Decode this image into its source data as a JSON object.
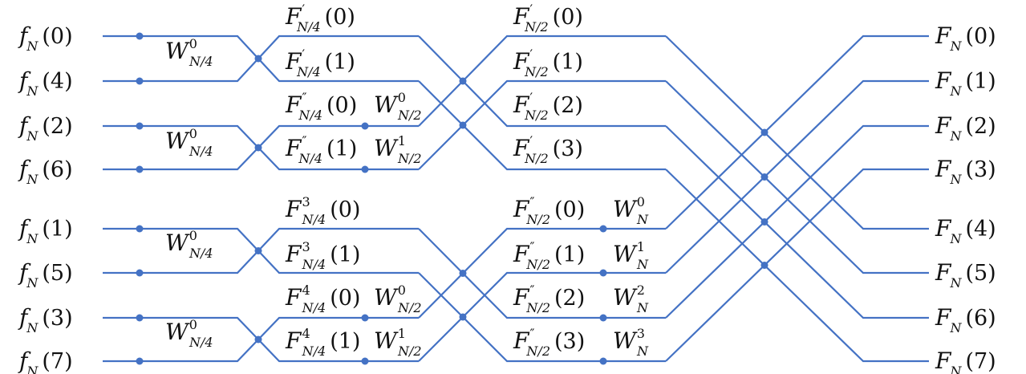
{
  "colors": {
    "line": "#4472C4",
    "text": "#111111",
    "background": "#ffffff"
  },
  "inputs": [
    {
      "sym": "f",
      "sub": "N",
      "arg": "(0)"
    },
    {
      "sym": "f",
      "sub": "N",
      "arg": "(4)"
    },
    {
      "sym": "f",
      "sub": "N",
      "arg": "(2)"
    },
    {
      "sym": "f",
      "sub": "N",
      "arg": "(6)"
    },
    {
      "sym": "f",
      "sub": "N",
      "arg": "(1)"
    },
    {
      "sym": "f",
      "sub": "N",
      "arg": "(5)"
    },
    {
      "sym": "f",
      "sub": "N",
      "arg": "(3)"
    },
    {
      "sym": "f",
      "sub": "N",
      "arg": "(7)"
    }
  ],
  "stage1_twiddles": [
    {
      "sym": "W",
      "sup": "0",
      "sub": "N/4"
    },
    {
      "sym": "W",
      "sup": "0",
      "sub": "N/4"
    },
    {
      "sym": "W",
      "sup": "0",
      "sub": "N/4"
    },
    {
      "sym": "W",
      "sup": "0",
      "sub": "N/4"
    }
  ],
  "stage1_outputs": [
    {
      "sym": "F",
      "sup": "′",
      "sub": "N/4",
      "arg": "(0)"
    },
    {
      "sym": "F",
      "sup": "′",
      "sub": "N/4",
      "arg": "(1)"
    },
    {
      "sym": "F",
      "sup": "″",
      "sub": "N/4",
      "arg": "(0)"
    },
    {
      "sym": "F",
      "sup": "″",
      "sub": "N/4",
      "arg": "(1)"
    },
    {
      "sym": "F",
      "sup": "3",
      "sub": "N/4",
      "arg": "(0)"
    },
    {
      "sym": "F",
      "sup": "3",
      "sub": "N/4",
      "arg": "(1)"
    },
    {
      "sym": "F",
      "sup": "4",
      "sub": "N/4",
      "arg": "(0)"
    },
    {
      "sym": "F",
      "sup": "4",
      "sub": "N/4",
      "arg": "(1)"
    }
  ],
  "stage2_twiddles": [
    {
      "sym": "W",
      "sup": "0",
      "sub": "N/2"
    },
    {
      "sym": "W",
      "sup": "1",
      "sub": "N/2"
    },
    {
      "sym": "W",
      "sup": "0",
      "sub": "N/2"
    },
    {
      "sym": "W",
      "sup": "1",
      "sub": "N/2"
    }
  ],
  "stage2_outputs": [
    {
      "sym": "F",
      "sup": "′",
      "sub": "N/2",
      "arg": "(0)"
    },
    {
      "sym": "F",
      "sup": "′",
      "sub": "N/2",
      "arg": "(1)"
    },
    {
      "sym": "F",
      "sup": "′",
      "sub": "N/2",
      "arg": "(2)"
    },
    {
      "sym": "F",
      "sup": "′",
      "sub": "N/2",
      "arg": "(3)"
    },
    {
      "sym": "F",
      "sup": "″",
      "sub": "N/2",
      "arg": "(0)"
    },
    {
      "sym": "F",
      "sup": "″",
      "sub": "N/2",
      "arg": "(1)"
    },
    {
      "sym": "F",
      "sup": "″",
      "sub": "N/2",
      "arg": "(2)"
    },
    {
      "sym": "F",
      "sup": "″",
      "sub": "N/2",
      "arg": "(3)"
    }
  ],
  "stage3_twiddles": [
    {
      "sym": "W",
      "sup": "0",
      "sub": "N"
    },
    {
      "sym": "W",
      "sup": "1",
      "sub": "N"
    },
    {
      "sym": "W",
      "sup": "2",
      "sub": "N"
    },
    {
      "sym": "W",
      "sup": "3",
      "sub": "N"
    }
  ],
  "outputs": [
    {
      "sym": "F",
      "sub": "N",
      "arg": "(0)"
    },
    {
      "sym": "F",
      "sub": "N",
      "arg": "(1)"
    },
    {
      "sym": "F",
      "sub": "N",
      "arg": "(2)"
    },
    {
      "sym": "F",
      "sub": "N",
      "arg": "(3)"
    },
    {
      "sym": "F",
      "sub": "N",
      "arg": "(4)"
    },
    {
      "sym": "F",
      "sub": "N",
      "arg": "(5)"
    },
    {
      "sym": "F",
      "sub": "N",
      "arg": "(6)"
    },
    {
      "sym": "F",
      "sub": "N",
      "arg": "(7)"
    }
  ]
}
